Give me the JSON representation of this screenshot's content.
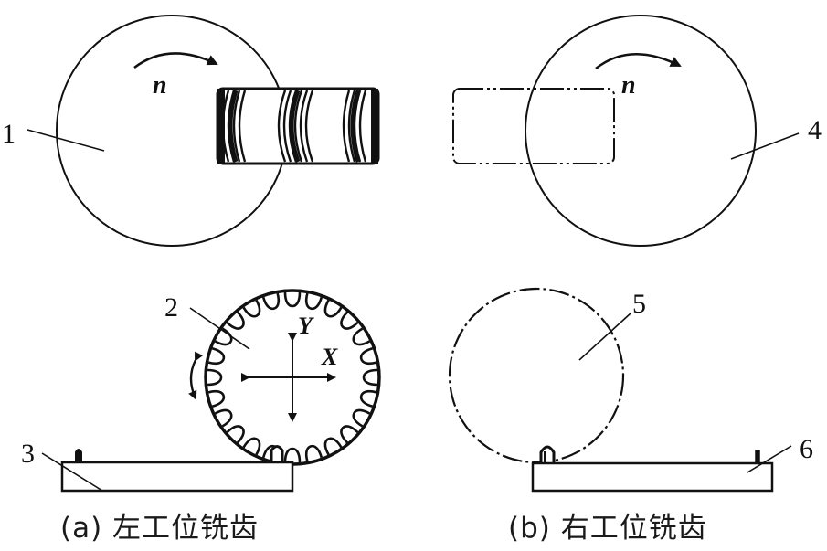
{
  "figure": {
    "panels": [
      {
        "id": "a",
        "caption": "(a) 左工位铣齿",
        "caption_translation": "(a) Left station gear milling"
      },
      {
        "id": "b",
        "caption": "(b) 右工位铣齿",
        "caption_translation": "(b) Right station gear milling"
      }
    ],
    "part_labels": {
      "p1": "1",
      "p2": "2",
      "p3": "3",
      "p4": "4",
      "p5": "5",
      "p6": "6"
    },
    "symbols": {
      "rotation_left": "n",
      "rotation_right": "n",
      "axis_x": "X",
      "axis_y": "Y"
    },
    "colors": {
      "stroke": "#111111",
      "background": "#ffffff"
    },
    "line_styles": {
      "cutter_left": "solid",
      "workpiece_outline_right": "dash-dot",
      "gear_right": "dash-dot"
    }
  }
}
